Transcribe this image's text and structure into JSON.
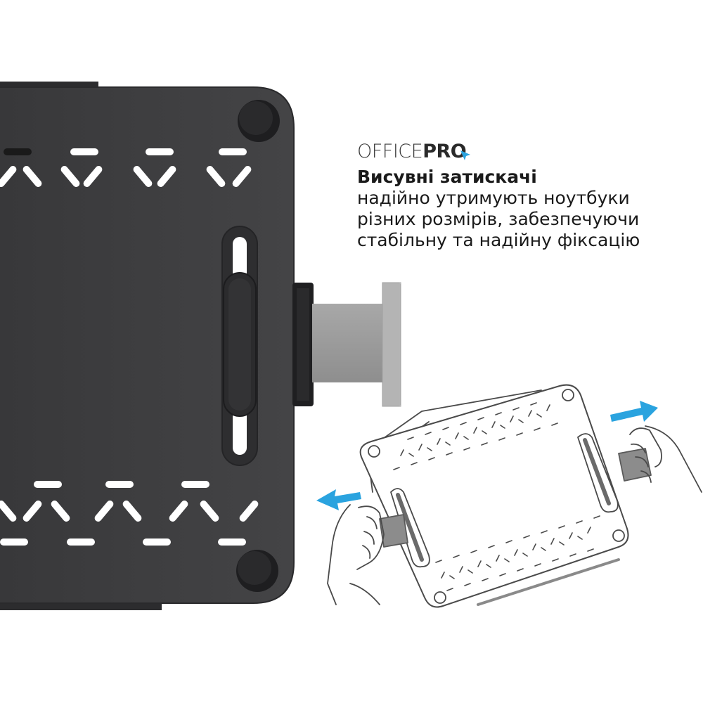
{
  "brand": {
    "name_light": "OFFICE",
    "name_bold": "PRO",
    "accent_color": "#2aa3df",
    "icon": "cursor-arrow-icon"
  },
  "feature": {
    "headline": "Висувні затискачі",
    "lines": [
      "надійно утримують ноутбуки",
      "різних розмірів, забезпечуючи",
      "стабільну та надійну фіксацію"
    ]
  },
  "colors": {
    "plate": "#3d3d3f",
    "clamp_extension": "#9c9c9c",
    "arrows": "#2aa3df"
  },
  "illustration": {
    "arrow_left": "arrow-left-icon",
    "arrow_right": "arrow-right-icon"
  }
}
